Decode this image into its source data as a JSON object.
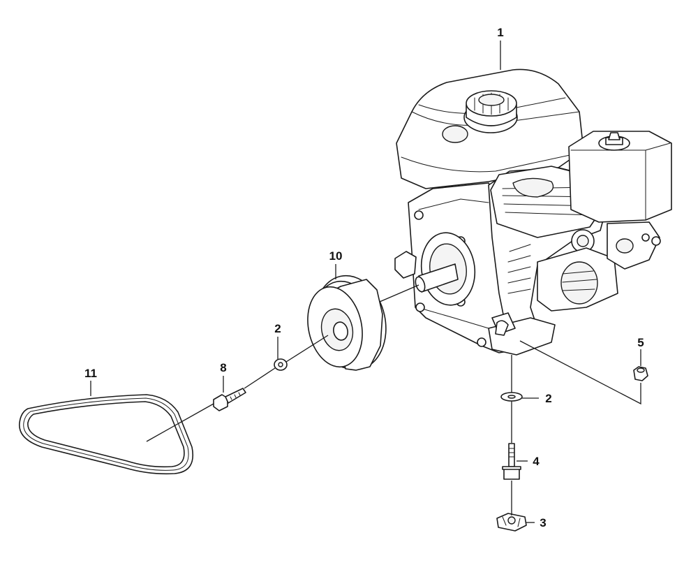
{
  "callouts": [
    {
      "id": "engine",
      "label": "1"
    },
    {
      "id": "pulley",
      "label": "10"
    },
    {
      "id": "washer-pulley",
      "label": "2"
    },
    {
      "id": "bolt-pulley",
      "label": "8"
    },
    {
      "id": "belt",
      "label": "11"
    },
    {
      "id": "nut",
      "label": "5"
    },
    {
      "id": "washer-mount",
      "label": "2"
    },
    {
      "id": "bolt-mount",
      "label": "4"
    },
    {
      "id": "clip",
      "label": "3"
    }
  ],
  "colors": {
    "line": "#1a1a1a",
    "fill": "#ffffff",
    "background": "#ffffff"
  }
}
